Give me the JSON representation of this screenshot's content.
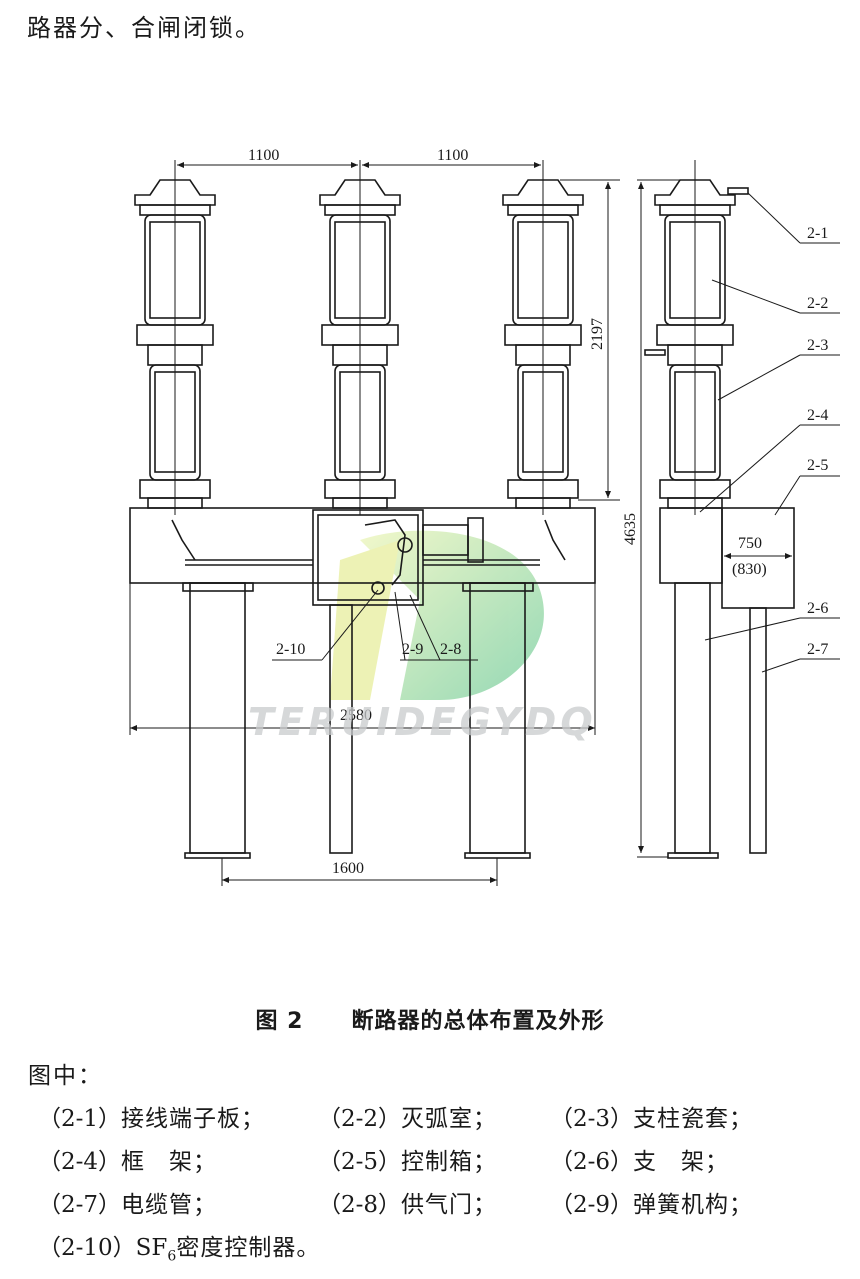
{
  "intro": {
    "text": "路器分、合闸闭锁。"
  },
  "dimensions": {
    "top_left": "1100",
    "top_right": "1100",
    "height_upper": "2197",
    "height_total": "4635",
    "box_width": "750",
    "box_width_alt": "(830)",
    "base_width": "2580",
    "bottom_width": "1600"
  },
  "callouts": {
    "c2_1": "2-1",
    "c2_2": "2-2",
    "c2_3": "2-3",
    "c2_4": "2-4",
    "c2_5": "2-5",
    "c2_6": "2-6",
    "c2_7": "2-7",
    "c2_8": "2-8",
    "c2_9": "2-9",
    "c2_10": "2-10"
  },
  "watermark": {
    "text": "TERUIDEGYDQ",
    "colors": [
      "#8cc63f",
      "#3cb878",
      "#c9cbcd"
    ]
  },
  "caption": {
    "number": "图 2",
    "title": "断路器的总体布置及外形"
  },
  "legend": {
    "heading": "图中：",
    "rows": [
      [
        {
          "code": "（2-1）",
          "name": "接线端子板；"
        },
        {
          "code": "（2-2）",
          "name": "灭弧室；"
        },
        {
          "code": "（2-3）",
          "name": "支柱瓷套；"
        }
      ],
      [
        {
          "code": "（2-4）",
          "name": "框　架；"
        },
        {
          "code": "（2-5）",
          "name": "控制箱；"
        },
        {
          "code": "（2-6）",
          "name": "支　架；"
        }
      ],
      [
        {
          "code": "（2-7）",
          "name": "电缆管；"
        },
        {
          "code": "（2-8）",
          "name": "供气门；"
        },
        {
          "code": "（2-9）",
          "name": "弹簧机构；"
        }
      ]
    ],
    "last": {
      "code": "（2-10）",
      "prefix": "SF",
      "subscript": "6",
      "name": "密度控制器。"
    }
  }
}
